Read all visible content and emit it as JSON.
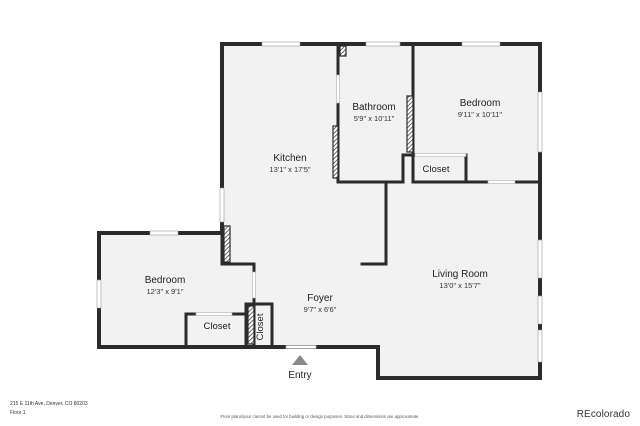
{
  "rooms": {
    "kitchen": {
      "name": "Kitchen",
      "dims": "13'1\" x 17'5\""
    },
    "bathroom": {
      "name": "Bathroom",
      "dims": "5'9\" x 10'11\""
    },
    "bedroom_right": {
      "name": "Bedroom",
      "dims": "9'11\" x 10'11\""
    },
    "bedroom_left": {
      "name": "Bedroom",
      "dims": "12'3\" x 9'1\""
    },
    "foyer": {
      "name": "Foyer",
      "dims": "9'7\" x 6'6\""
    },
    "living_room": {
      "name": "Living Room",
      "dims": "13'0\" x 15'7\""
    }
  },
  "closets": {
    "bedroom_right": "Closet",
    "bedroom_left": "Closet",
    "foyer": "Closet"
  },
  "entry_label": "Entry",
  "footer": {
    "address": "215 E 11th Ave, Denver, CO 80203",
    "floor": "Floor 1",
    "disclaimer": "Floor plans/your cannot be used for building or design purposes. Sizes and dimensions are approximate.",
    "brand": "REcolorado"
  },
  "colors": {
    "wall": "#2b2b2b",
    "floor": "#f2f2f2",
    "entry_arrow": "#8a8a8a"
  }
}
